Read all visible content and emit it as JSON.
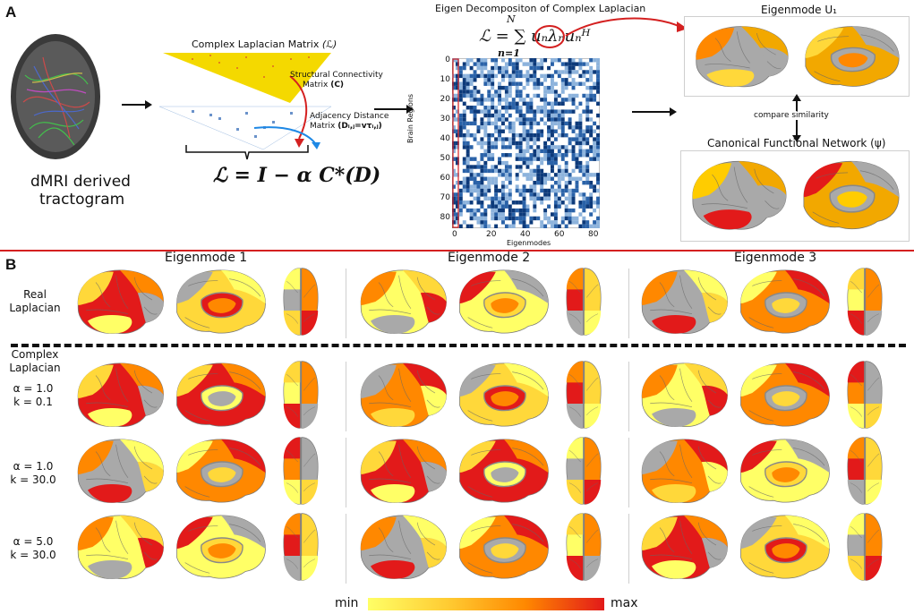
{
  "panel_a": {
    "letter": "A",
    "tractogram_label_line1": "dMRI derived",
    "tractogram_label_line2": "tractogram",
    "complex_laplacian_title": "Complex Laplacian Matrix",
    "complex_laplacian_symbol": "(ℒ)",
    "structural_connectivity_line1": "Structural Connectivity",
    "structural_connectivity_line2": "Matrix",
    "structural_connectivity_symbol": "(C)",
    "adjacency_line1": "Adjacency Distance",
    "adjacency_line2": "Matrix",
    "adjacency_symbol": "(Dᵢ,ⱼ=vτᵢ,ⱼ)",
    "laplacian_formula_lhs": "ℒ = I − α C",
    "laplacian_formula_rhs": "*(D)",
    "eigen_title": "Eigen Decompositon of Complex Laplacian",
    "eigen_formula": "ℒ = ∑ uₙλₙuₙᴴ",
    "eigen_sum_top": "N",
    "eigen_sum_bottom": "n=1",
    "matrix_ylabel": "Brain Regions",
    "matrix_xlabel": "Eigenmodes",
    "matrix_yticks": [
      "0",
      "10",
      "20",
      "30",
      "40",
      "50",
      "60",
      "70",
      "80"
    ],
    "matrix_xticks": [
      "0",
      "20",
      "40",
      "60",
      "80"
    ],
    "eigenmode_u1_title": "Eigenmode U₁",
    "compare_label": "compare similarity",
    "canonical_title": "Canonical Functional Network (ψ)"
  },
  "panel_b": {
    "letter": "B",
    "mode_titles": [
      "Eigenmode 1",
      "Eigenmode 2",
      "Eigenmode 3"
    ],
    "row_labels": [
      {
        "line1": "Real",
        "line2": "Laplacian",
        "line3": ""
      },
      {
        "line1": "α = 1.0",
        "line2": "k = 0.1",
        "line3": ""
      },
      {
        "line1": "α = 1.0",
        "line2": "k = 30.0",
        "line3": ""
      },
      {
        "line1": "α = 5.0",
        "line2": "k = 30.0",
        "line3": ""
      }
    ],
    "complex_header_line1": "Complex",
    "complex_header_line2": "Laplacian",
    "colorbar_min": "min",
    "colorbar_max": "max"
  },
  "colors": {
    "accent_red": "#d42020",
    "arrow_blue": "#1e88e5",
    "cortex_gray": "#a9a9a9",
    "matrix_blue": "#1f4e8a",
    "colorbar_low": "#ffff66",
    "colorbar_mid": "#ff8800",
    "colorbar_high": "#e21a1a"
  }
}
